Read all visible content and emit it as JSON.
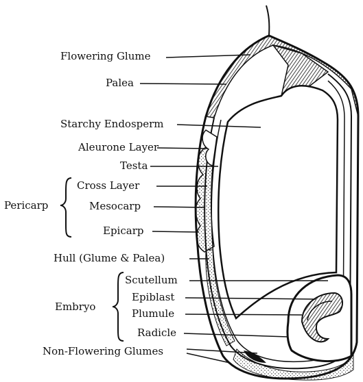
{
  "labels": {
    "flowering_glume": "Flowering Glume",
    "palea": "Palea",
    "starchy_endosperm": "Starchy Endosperm",
    "aleurone_layer": "Aleurone Layer",
    "testa": "Testa",
    "cross_layer": "Cross Layer",
    "mesocarp": "Mesocarp",
    "epicarp": "Epicarp",
    "hull": "Hull (Glume & Palea)",
    "scutellum": "Scutellum",
    "epiblast": "Epiblast",
    "plumule": "Plumule",
    "radicle": "Radicle",
    "non_flowering_glumes": "Non-Flowering Glumes"
  },
  "groups": {
    "pericarp": "Pericarp",
    "embryo": "Embryo"
  }
}
